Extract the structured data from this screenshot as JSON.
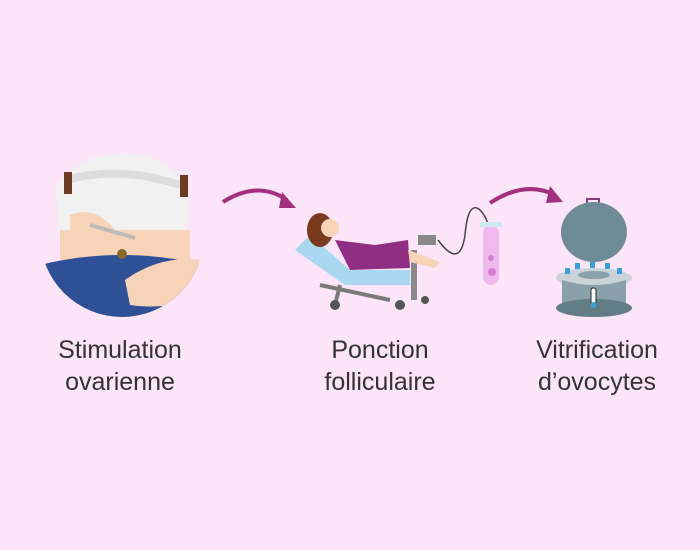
{
  "steps": [
    {
      "line1": "Stimulation",
      "line2": "ovarienne",
      "icon": "belly-injection-icon"
    },
    {
      "line1": "Ponction",
      "line2": "folliculaire",
      "icon": "patient-chair-icon"
    },
    {
      "line1": "Vitrification",
      "line2": "d’ovocytes",
      "icon": "cryo-tank-icon"
    }
  ],
  "colors": {
    "background": "#fde5f9",
    "arrow": "#a3307f",
    "text": "#333333"
  }
}
